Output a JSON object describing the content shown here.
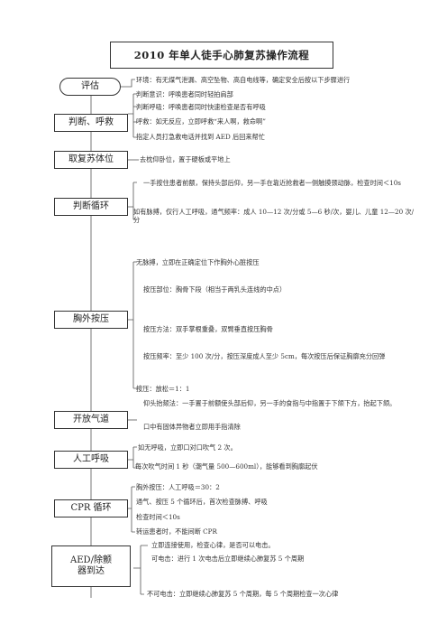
{
  "title": "2010 年单人徒手心肺复苏操作流程",
  "steps": {
    "assess": {
      "label": "评估",
      "lines": [
        "环境：有无煤气泄漏、高空坠物、高自电线等，确定安全后按以下步骤进行"
      ]
    },
    "judge_call": {
      "label": "判断、呼救",
      "lines": [
        "判断意识：呼唤患者同时轻拍肩部",
        "判断呼吸：呼唤患者同时快速检查是否有呼吸",
        "呼救：如无反应，立即呼救“来人啊，救命啊”",
        "指定人员打急救电话并找到 AED 后回来帮忙"
      ]
    },
    "position": {
      "label": "取复苏体位",
      "lines": [
        "去枕仰卧位，置于硬板或平地上"
      ]
    },
    "circulation": {
      "label": "判断循环",
      "lines": [
        "一手按住患者前额，保持头部后仰，另一手在靠近抢救者一侧触摸颈动脉，检查时间＜10s",
        "如有脉搏，仅行人工呼吸，通气频率：成人 10—12 次/分或 5—6 秒/次，婴儿、儿童 12—20 次/分"
      ]
    },
    "compression": {
      "label": "胸外按压",
      "lines": [
        "无脉搏，立即在正确定位下作胸外心脏按压",
        "按压部位：胸骨下段（相当于两乳头连线的中点）",
        "按压方法：双手掌根重叠，双臂垂直按压胸骨",
        "按压频率：至少 100 次/分，按压深度成人至少 5cm，每次按压后保证胸廓充分回弹",
        "按压：放松＝1：1"
      ]
    },
    "airway": {
      "label": "开放气道",
      "lines": [
        "仰头抬颏法：一手置于前额使头部后仰，另一手的食指与中指置于下颌下方，抬起下颌。",
        "口中有固体异物者立即用手指清除"
      ]
    },
    "breathing": {
      "label": "人工呼吸",
      "lines": [
        "如无呼吸，立即口对口吹气 2 次。",
        "每次吹气时间 1 秒（潮气量 500—600ml），能够看到胸廓起伏"
      ]
    },
    "cpr": {
      "label": "CPR 循环",
      "lines": [
        "胸外按压：人工呼吸＝30：2",
        "通气、按压 5 个循环后，首次检查脉搏、呼吸",
        "检查时间＜10s",
        "转运患者时，不能间断 CPR"
      ]
    },
    "aed": {
      "label_line1": "AED/除颤",
      "label_line2": "器到达",
      "lines": [
        "立即连接使用，检查心律，是否可以电击。",
        "可电击：进行 1 次电击后立即继续心肺复苏 5 个周期",
        "不可电击：立即继续心肺复苏 5 个周期，每 5 个周期检查一次心律"
      ]
    }
  }
}
